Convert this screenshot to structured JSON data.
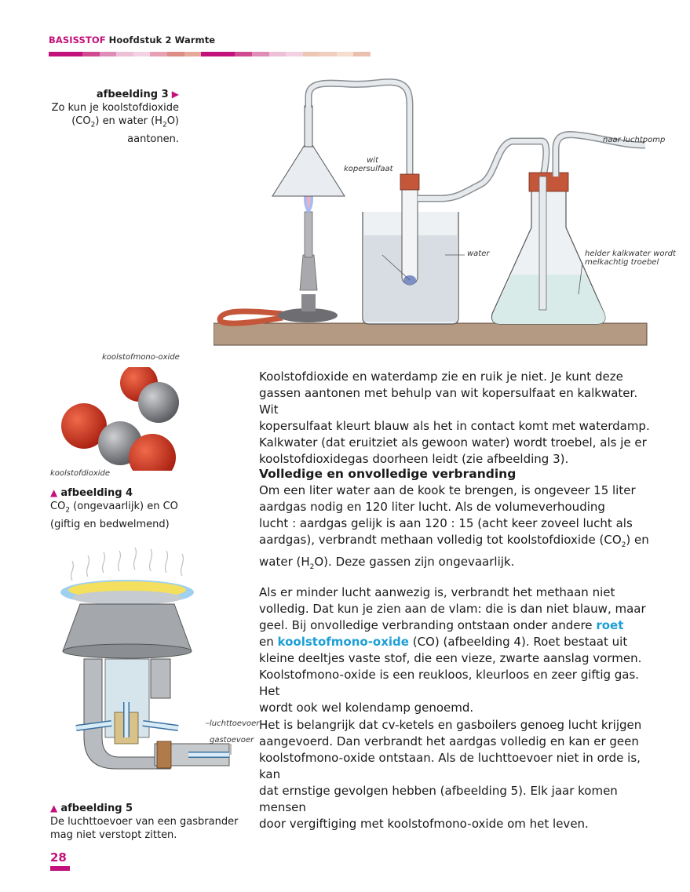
{
  "header": {
    "section": "BASISSTOF",
    "chapter": "Hoofdstuk 2",
    "topic": "Warmte",
    "stripe_colors": [
      "#c2117a",
      "#c2117a",
      "#d04a92",
      "#e08cb8",
      "#eec0d8",
      "#f2d2e2",
      "#e8a0b4",
      "#dd8c86",
      "#e6a89a",
      "#c2117a",
      "#c2117a",
      "#d04a92",
      "#e08cb8",
      "#eec0d8",
      "#f2d2e2",
      "#eec6b6",
      "#f0cfc0",
      "#f5ddd0",
      "#ecc0b0"
    ]
  },
  "fig3": {
    "title": "afbeelding 3",
    "line1": "Zo kun je koolstofdioxide",
    "line2a": "(CO",
    "line2sub": "2",
    "line2b": ") en water (H",
    "line2sub2": "2",
    "line2c": "O)",
    "line3": "aantonen.",
    "label_wit1": "wit",
    "label_wit2": "kopersulfaat",
    "label_water": "water",
    "label_pump": "naar luchtpomp",
    "label_kalk1": "helder kalkwater wordt",
    "label_kalk2": "melkachtig troebel"
  },
  "fig4": {
    "label_mono": "koolstofmono-oxide",
    "label_di": "koolstofdioxide",
    "title": "afbeelding 4",
    "line1a": "CO",
    "line1sub": "2",
    "line1b": " (ongevaarlijk) en CO",
    "line2": "(giftig en bedwelmend)"
  },
  "fig5": {
    "label_lucht": "luchttoevoer",
    "label_gas": "gastoevoer",
    "title": "afbeelding 5",
    "line1": "De luchttoevoer van een gasbrander",
    "line2": "mag niet verstopt zitten."
  },
  "text": {
    "p1": [
      "Koolstofdioxide en waterdamp zie en ruik je niet. Je kunt deze",
      "gassen aantonen met behulp van wit kopersulfaat en kalkwater. Wit",
      "kopersulfaat kleurt blauw als het in contact komt met waterdamp.",
      "Kalkwater (dat eruitziet als gewoon water) wordt troebel, als je er",
      "koolstofdioxidegas doorheen leidt (zie afbeelding 3)."
    ],
    "heading": "Volledige en onvolledige verbranding",
    "p2_l1": "Om een liter water aan de kook te brengen, is ongeveer 15 liter",
    "p2_l2": "aardgas nodig en 120 liter lucht. Als de volumeverhouding",
    "p2_l3": "lucht : aardgas gelijk is aan 120 : 15 (acht keer zoveel lucht als",
    "p2_l4a": "aardgas), verbrandt methaan volledig tot koolstofdioxide (CO",
    "p2_l4sub": "2",
    "p2_l4b": ") en",
    "p2_l5a": "water (H",
    "p2_l5sub": "2",
    "p2_l5b": "O). Deze gassen zijn ongevaarlijk.",
    "p3_l1": "Als er minder lucht aanwezig is, verbrandt het methaan niet",
    "p3_l2": "volledig. Dat kun je zien aan de vlam: die is dan niet blauw, maar",
    "p3_l3a": "geel. Bij onvolledige verbranding ontstaan onder andere ",
    "p3_l3kw": "roet",
    "p3_l4a": "en ",
    "p3_l4kw": "koolstofmono-oxide",
    "p3_l4b": " (CO) (afbeelding 4). Roet bestaat uit",
    "p3_l5": "kleine deeltjes vaste stof, die een vieze, zwarte aanslag vormen.",
    "p3_l6": "Koolstofmono-oxide is een reukloos, kleurloos en zeer giftig gas. Het",
    "p3_l7": "wordt ook wel kolendamp genoemd.",
    "p4": [
      "Het is belangrijk dat cv-ketels en gasboilers genoeg lucht krijgen",
      "aangevoerd. Dan verbrandt het aardgas volledig en kan er geen",
      "koolstofmono-oxide ontstaan. Als de luchttoevoer niet in orde is, kan",
      "dat ernstige gevolgen hebben (afbeelding 5). Elk jaar komen mensen",
      "door vergiftiging met koolstofmono-oxide om het leven."
    ]
  },
  "page_number": "28"
}
